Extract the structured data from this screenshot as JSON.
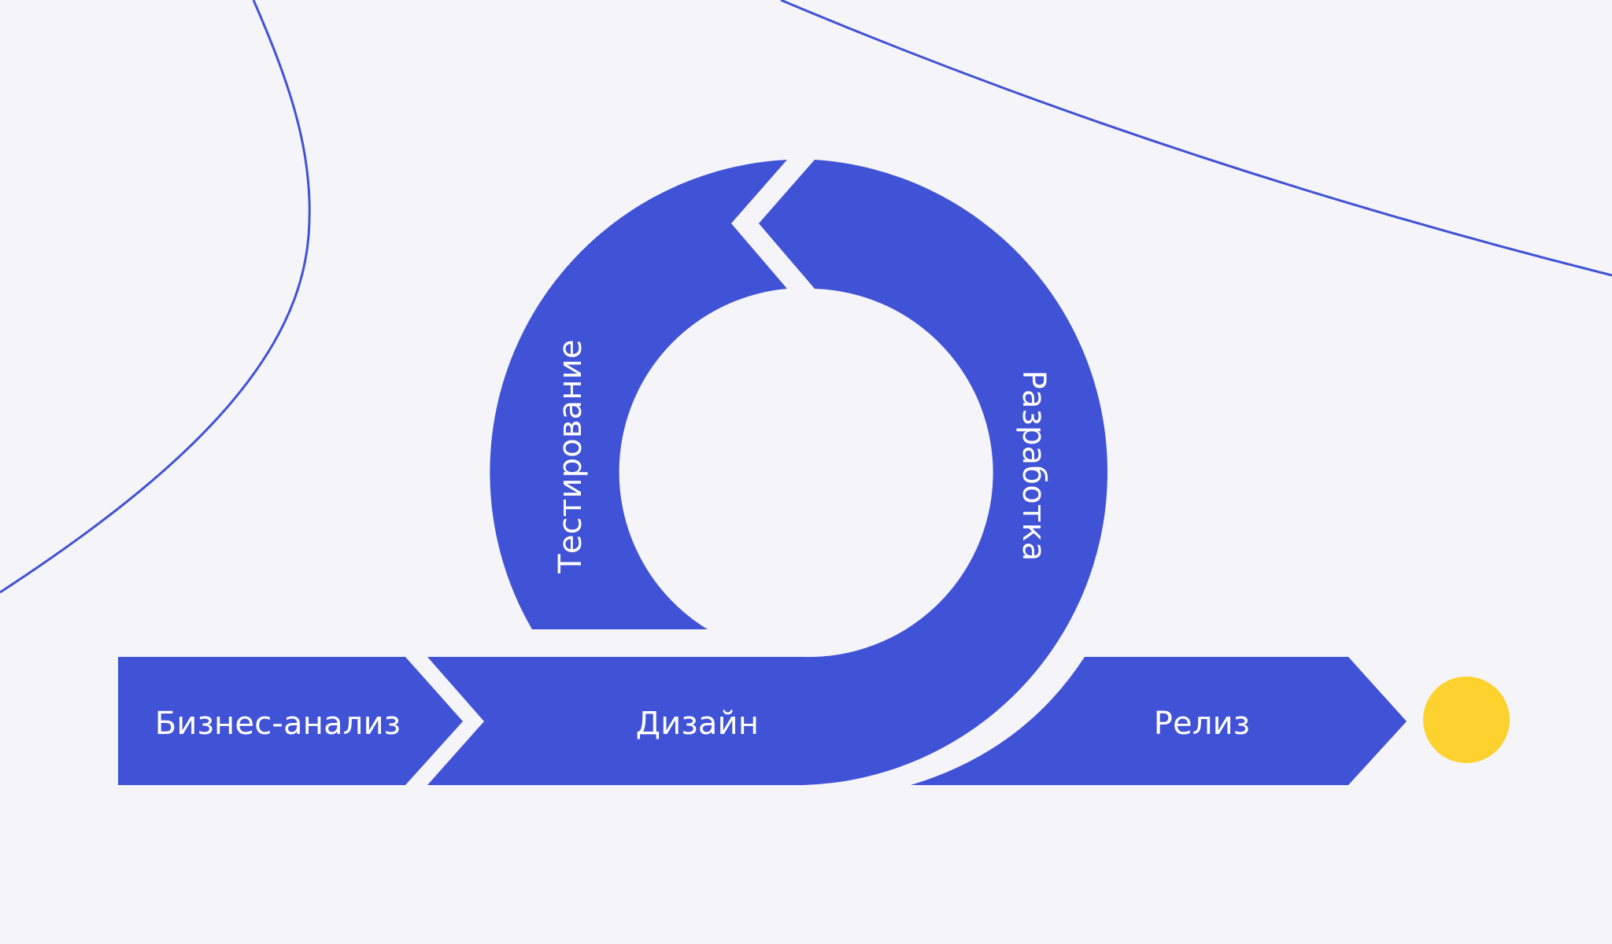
{
  "colors": {
    "background": "#F5F5F9",
    "primary_blue": "#4052D6",
    "accent_yellow": "#FDD22E",
    "text": "#FFFFFF"
  },
  "diagram": {
    "stages": [
      {
        "id": "business-analysis",
        "label": "Бизнес-анализ"
      },
      {
        "id": "design",
        "label": "Дизайн"
      },
      {
        "id": "development",
        "label": "Разработка"
      },
      {
        "id": "testing",
        "label": "Тестирование"
      },
      {
        "id": "release",
        "label": "Релиз"
      }
    ],
    "end_marker": "yellow-circle"
  }
}
